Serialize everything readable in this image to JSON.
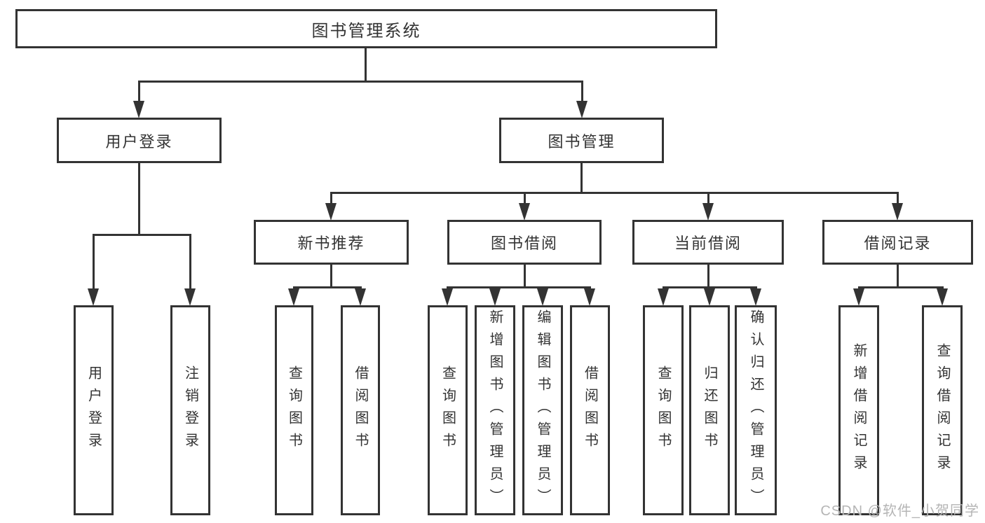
{
  "title": "图书管理系统",
  "watermark": {
    "text": "CSDN @软件_小贺同学"
  },
  "colors": {
    "line": "#333333",
    "text": "#333333",
    "background": "#ffffff",
    "watermark": "#b5b5b5"
  },
  "nodes": [
    {
      "id": "root",
      "label": "图书管理系统",
      "level": 1,
      "parent": null
    },
    {
      "id": "user-login",
      "label": "用户登录",
      "level": 2,
      "parent": "root"
    },
    {
      "id": "book-management",
      "label": "图书管理",
      "level": 2,
      "parent": "root"
    },
    {
      "id": "new-book-recommend",
      "label": "新书推荐",
      "level": 3,
      "parent": "book-management"
    },
    {
      "id": "book-borrowing",
      "label": "图书借阅",
      "level": 3,
      "parent": "book-management"
    },
    {
      "id": "current-borrowing",
      "label": "当前借阅",
      "level": 3,
      "parent": "book-management"
    },
    {
      "id": "borrowing-records",
      "label": "借阅记录",
      "level": 3,
      "parent": "book-management"
    },
    {
      "id": "user-login-action",
      "label": "用户登录",
      "level": 4,
      "parent": "user-login"
    },
    {
      "id": "logout",
      "label": "注销登录",
      "level": 4,
      "parent": "user-login"
    },
    {
      "id": "query-books-1",
      "label": "查询图书",
      "level": 4,
      "parent": "new-book-recommend"
    },
    {
      "id": "borrow-books-1",
      "label": "借阅图书",
      "level": 4,
      "parent": "new-book-recommend"
    },
    {
      "id": "query-books-2",
      "label": "查询图书",
      "level": 4,
      "parent": "book-borrowing"
    },
    {
      "id": "add-books-admin",
      "label": "新增图书（管理员）",
      "level": 4,
      "parent": "book-borrowing"
    },
    {
      "id": "edit-books-admin",
      "label": "编辑图书（管理员）",
      "level": 4,
      "parent": "book-borrowing"
    },
    {
      "id": "borrow-books-2",
      "label": "借阅图书",
      "level": 4,
      "parent": "book-borrowing"
    },
    {
      "id": "query-books-3",
      "label": "查询图书",
      "level": 4,
      "parent": "current-borrowing"
    },
    {
      "id": "return-books",
      "label": "归还图书",
      "level": 4,
      "parent": "current-borrowing"
    },
    {
      "id": "confirm-return-admin",
      "label": "确认归还（管理员）",
      "level": 4,
      "parent": "current-borrowing"
    },
    {
      "id": "add-borrow-record",
      "label": "新增借阅记录",
      "level": 4,
      "parent": "borrowing-records"
    },
    {
      "id": "query-borrow-record",
      "label": "查询借阅记录",
      "level": 4,
      "parent": "borrowing-records"
    }
  ]
}
